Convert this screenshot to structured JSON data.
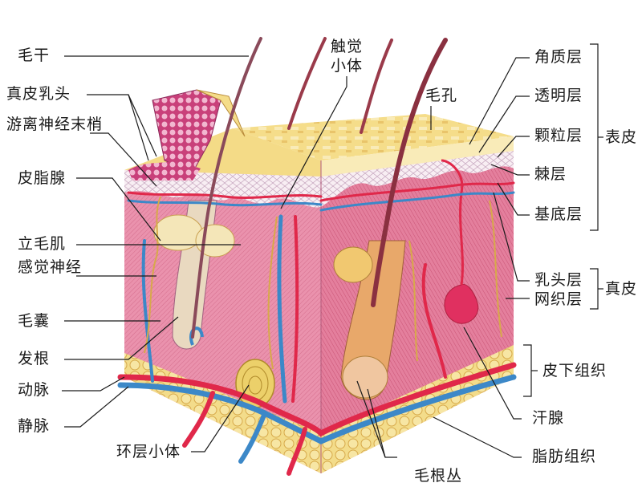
{
  "diagram": {
    "type": "anatomy-cross-section",
    "subject": "skin structure",
    "colors": {
      "epidermis_top": "#f3d77a",
      "dermis": "#e88aa6",
      "dermis_dark": "#d9607f",
      "subcutaneous_fat": "#f2d77a",
      "artery": "#e0284a",
      "vein": "#3c88c8",
      "nerve": "#d7a94a",
      "hair": "#8a3a4a",
      "leader_line": "#1a1a1a"
    }
  },
  "labels": {
    "left": [
      {
        "id": "hair-shaft",
        "text": "毛干"
      },
      {
        "id": "dermal-papilla",
        "text": "真皮乳头"
      },
      {
        "id": "free-nerve-endings",
        "text": "游离神经末梢"
      },
      {
        "id": "sebaceous-gland",
        "text": "皮脂腺"
      },
      {
        "id": "arrector-pili",
        "text": "立毛肌"
      },
      {
        "id": "sensory-nerve",
        "text": "感觉神经"
      },
      {
        "id": "hair-follicle",
        "text": "毛囊"
      },
      {
        "id": "hair-root",
        "text": "发根"
      },
      {
        "id": "artery",
        "text": "动脉"
      },
      {
        "id": "vein",
        "text": "静脉"
      }
    ],
    "top": [
      {
        "id": "meissner-corpuscle",
        "text": "触觉小体"
      },
      {
        "id": "pore",
        "text": "毛孔"
      }
    ],
    "bottom": [
      {
        "id": "pacinian-corpuscle",
        "text": "环层小体"
      },
      {
        "id": "hair-root-plexus",
        "text": "毛根丛"
      }
    ],
    "right": [
      {
        "id": "stratum-corneum",
        "text": "角质层"
      },
      {
        "id": "stratum-lucidum",
        "text": "透明层"
      },
      {
        "id": "stratum-granulosum",
        "text": "颗粒层"
      },
      {
        "id": "stratum-spinosum",
        "text": "棘层"
      },
      {
        "id": "stratum-basale",
        "text": "基底层"
      },
      {
        "id": "papillary-layer",
        "text": "乳头层"
      },
      {
        "id": "reticular-layer",
        "text": "网织层"
      },
      {
        "id": "sweat-gland",
        "text": "汗腺"
      },
      {
        "id": "adipose-tissue",
        "text": "脂肪组织"
      }
    ],
    "groups": [
      {
        "id": "epidermis",
        "text": "表皮"
      },
      {
        "id": "dermis",
        "text": "真皮"
      },
      {
        "id": "subcutaneous",
        "text": "皮下组织"
      }
    ]
  }
}
